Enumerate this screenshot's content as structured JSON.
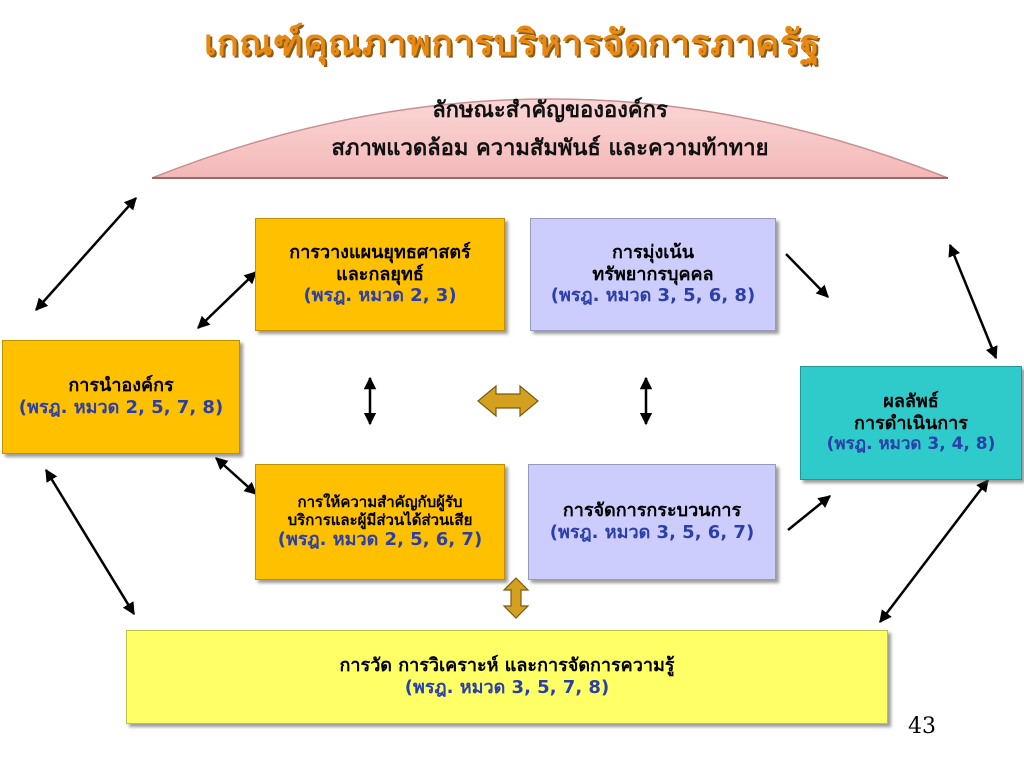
{
  "title": "เกณฑ์คุณภาพการบริหารจัดการภาครัฐ",
  "arch": {
    "line1": "ลักษณะสำคัญขององค์กร",
    "line2": "สภาพแวดล้อม ความสัมพันธ์ และความท้าทาย"
  },
  "boxes": {
    "leadership": {
      "line1": "การนำองค์กร",
      "ref": "(พรฎ. หมวด 2, 5, 7, 8)"
    },
    "strategy": {
      "line1": "การวางแผนยุทธศาสตร์",
      "line2": "และกลยุทธ์",
      "ref": "(พรฎ. หมวด 2, 3)"
    },
    "hr": {
      "line1": "การมุ่งเน้น",
      "line2": "ทรัพยากรบุคคล",
      "ref": "(พรฎ. หมวด 3, 5, 6, 8)"
    },
    "customer": {
      "line1": "การให้ความสำคัญกับผู้รับ",
      "line2": "บริการและผู้มีส่วนได้ส่วนเสีย",
      "ref": "(พรฎ. หมวด 2, 5, 6, 7)"
    },
    "process": {
      "line1": "การจัดการกระบวนการ",
      "ref": "(พรฎ. หมวด 3, 5, 6, 7)"
    },
    "results": {
      "line1": "ผลลัพธ์",
      "line2": "การดำเนินการ",
      "ref": "(พรฎ. หมวด 3, 4, 8)"
    },
    "measurement": {
      "line1": "การวัด การวิเคราะห์ และการจัดการความรู้",
      "ref": "(พรฎ. หมวด 3, 5, 7, 8)"
    }
  },
  "page_number": "43",
  "colors": {
    "title": "#e88a12",
    "arch": "#f8c8c8",
    "orange_box": "#ffc000",
    "lavender_box": "#cdcdfd",
    "teal_box": "#2fcbcb",
    "yellow_box": "#ffff66",
    "ref_text": "#2b3fa8",
    "connector_arrow": "#d4a020"
  }
}
